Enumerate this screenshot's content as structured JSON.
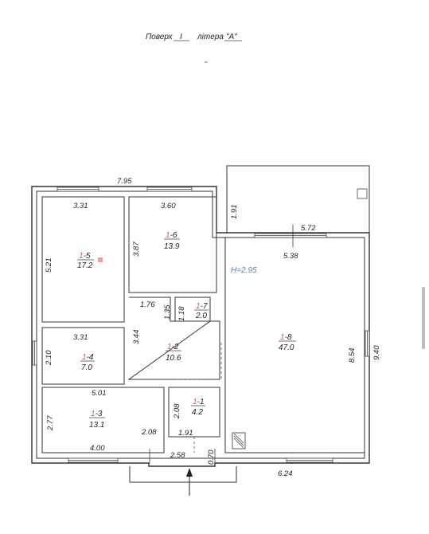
{
  "header": {
    "floor_label": "Поверх",
    "floor_value": "I",
    "letter_label": "літера",
    "letter_value": "\"А\""
  },
  "rooms": [
    {
      "prefix": "1",
      "number": "-5",
      "area": "17.2"
    },
    {
      "prefix": "1",
      "number": "-6",
      "area": "13.9"
    },
    {
      "prefix": "1",
      "number": "-7",
      "area": "2.0"
    },
    {
      "prefix": "1",
      "number": "-8",
      "area": "47.0"
    },
    {
      "prefix": "1",
      "number": "-4",
      "area": "7.0"
    },
    {
      "prefix": "1",
      "number": "-2",
      "area": "10.6"
    },
    {
      "prefix": "1",
      "number": "-3",
      "area": "13.1"
    },
    {
      "prefix": "1",
      "number": "-1",
      "area": "4.2"
    }
  ],
  "dimensions": [
    "7.95",
    "3.31",
    "3.60",
    "5.21",
    "3.87",
    "1.91",
    "5.72",
    "5.38",
    "1.76",
    "1.35",
    "1.18",
    "3.31",
    "3.44",
    "2.10",
    "8.54",
    "9.40",
    "5.01",
    "2.77",
    "2.08",
    "2.08",
    "1.91",
    "4.00",
    "2.58",
    "0.70",
    "6.24"
  ],
  "height_label": "H=2.95",
  "colors": {
    "walls": "#333333",
    "room_prefix": "#d05a5a",
    "height_label": "#5a7fc4",
    "marker": "#f4a090"
  }
}
